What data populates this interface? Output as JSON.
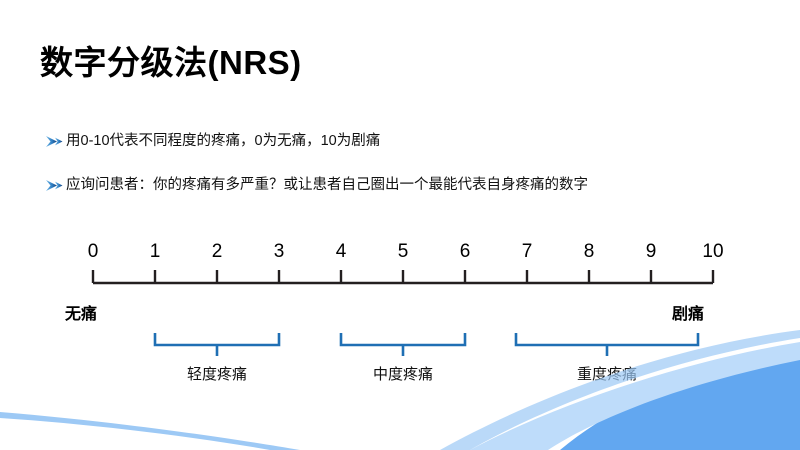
{
  "slide": {
    "title": "数字分级法(NRS)",
    "bullets": [
      "用0-10代表不同程度的疼痛，0为无痛，10为剧痛",
      "应询问患者：你的疼痛有多严重？或让患者自己圈出一个最能代表自身疼痛的数字"
    ],
    "scale": {
      "numbers": [
        "0",
        "1",
        "2",
        "3",
        "4",
        "5",
        "6",
        "7",
        "8",
        "9",
        "10"
      ],
      "left_end_label": "无痛",
      "right_end_label": "剧痛",
      "bands": [
        {
          "label": "轻度疼痛",
          "from": 1,
          "to": 3
        },
        {
          "label": "中度疼痛",
          "from": 4,
          "to": 6
        },
        {
          "label": "重度疼痛",
          "from": 7,
          "to": 10
        }
      ]
    },
    "colors": {
      "accent_blue": "#1f6fb4",
      "bullet_arrow_dark": "#17477e",
      "bullet_arrow_light": "#4fa8dd",
      "deco_light": "#9dc9f5",
      "deco_mid": "#bedcfa",
      "deco_strong": "#5aa2ef",
      "axis_black": "#231f20"
    }
  }
}
